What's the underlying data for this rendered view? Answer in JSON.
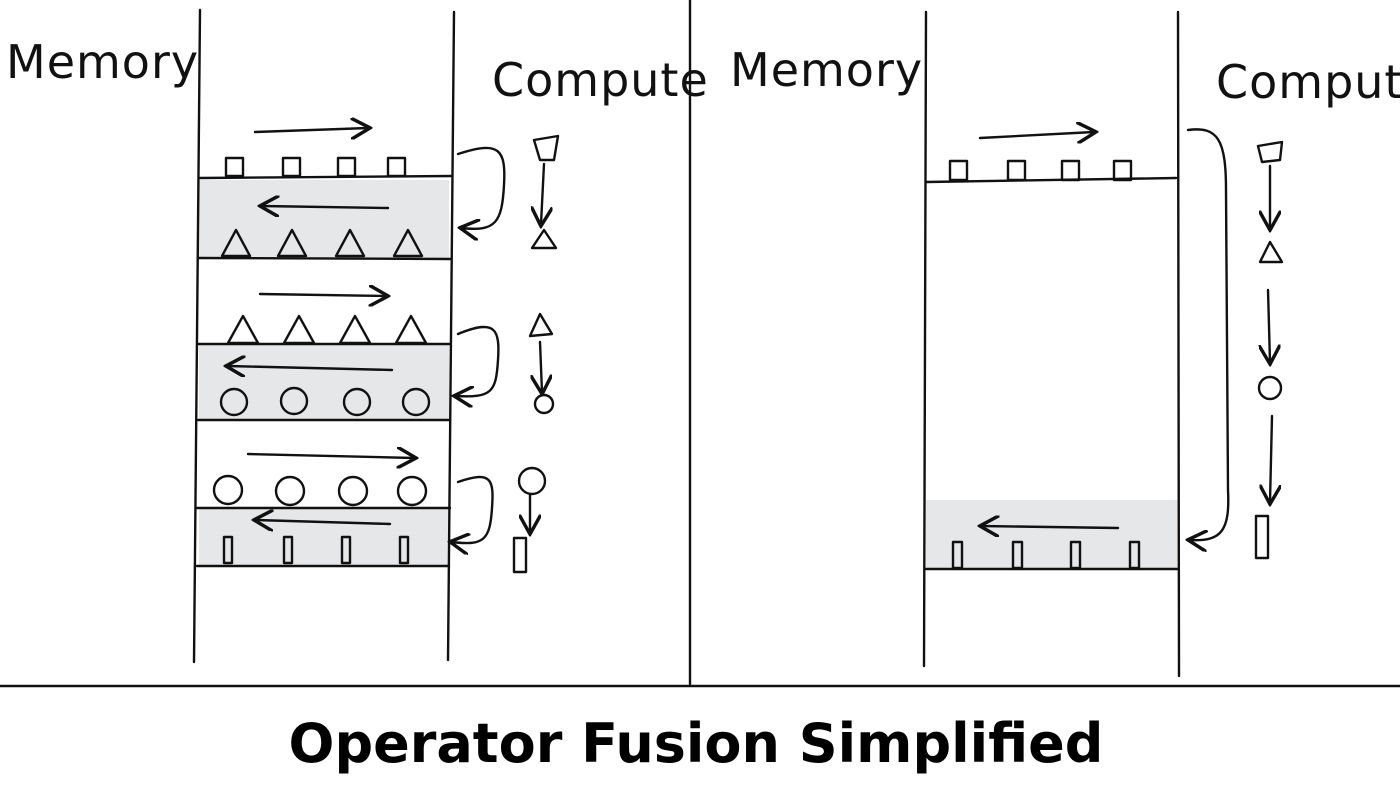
{
  "title": "Operator Fusion Simplified",
  "panels": [
    {
      "memory_label": "Memory",
      "compute_label": "Compute"
    },
    {
      "memory_label": "Memory",
      "compute_label": "Compute"
    }
  ],
  "colors": {
    "ink": "#111111",
    "band": "#e5e7e8",
    "background": "#ffffff"
  }
}
